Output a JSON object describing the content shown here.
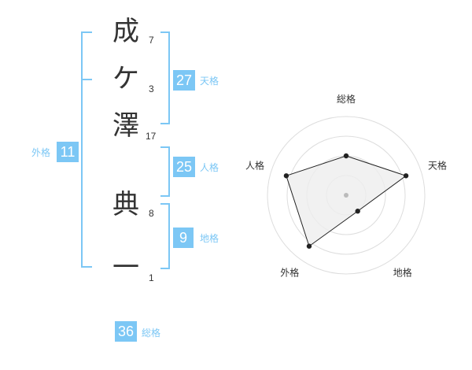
{
  "name_chars": [
    {
      "char": "成",
      "strokes": "7"
    },
    {
      "char": "ケ",
      "strokes": "3"
    },
    {
      "char": "澤",
      "strokes": "17"
    },
    {
      "char": "典",
      "strokes": "8"
    },
    {
      "char": "一",
      "strokes": "1"
    }
  ],
  "kaku": {
    "tenkaku": {
      "value": "27",
      "label": "天格"
    },
    "jinkaku": {
      "value": "25",
      "label": "人格"
    },
    "chikaku": {
      "value": "9",
      "label": "地格"
    },
    "gaikaku": {
      "value": "11",
      "label": "外格"
    },
    "soukaku": {
      "value": "36",
      "label": "総格"
    }
  },
  "colors": {
    "accent": "#7cc7f5",
    "text": "#333333",
    "grid": "#dddddd",
    "fill": "#eeeeee"
  },
  "chart_data": {
    "type": "radar",
    "axes": [
      "総格",
      "天格",
      "地格",
      "外格",
      "人格"
    ],
    "values": [
      0.5,
      0.8,
      0.25,
      0.8,
      0.8
    ],
    "max": 1,
    "rings": 4
  }
}
